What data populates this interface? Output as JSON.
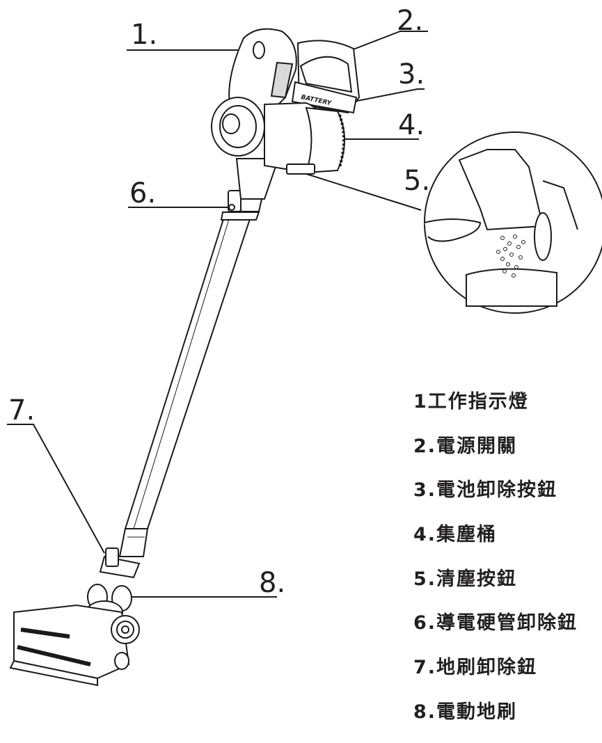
{
  "callouts": [
    "1.",
    "2.",
    "3.",
    "4.",
    "5.",
    "6.",
    "7.",
    "8."
  ],
  "battery_label": "BATTERY",
  "legend": [
    "1工作指示燈",
    "2.電源開關",
    "3.電池卸除按鈕",
    "4.集塵桶",
    "5.清塵按鈕",
    "6.導電硬管卸除鈕",
    "7.地刷卸除鈕",
    "8.電動地刷"
  ],
  "colors": {
    "ink": "#231f20",
    "line": "#1a1a1a",
    "fill": "#ffffff",
    "shade": "#d9d9d9"
  }
}
